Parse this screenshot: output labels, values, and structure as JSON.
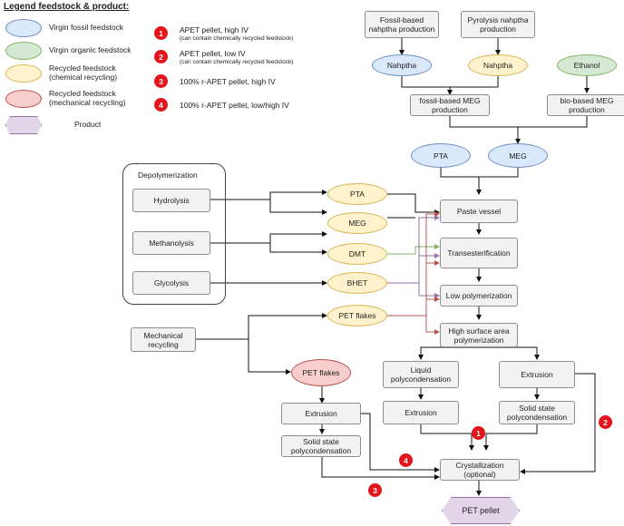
{
  "legend": {
    "title": "Legend feedstock & product:",
    "items": [
      {
        "label": "Virgin fossil feedstock",
        "color": "#dae8fc"
      },
      {
        "label": "Virgin organic feedstock",
        "color": "#d5e8d4"
      },
      {
        "label_line1": "Recycled feedstock",
        "label_line2": "(chemical recycling)",
        "color": "#fff2cc"
      },
      {
        "label_line1": "Recycled feedstock",
        "label_line2": "(mechanical recycling)",
        "color": "#f8cecc"
      },
      {
        "label": "Product",
        "color": "#e1d5e7"
      }
    ],
    "routes": [
      {
        "num": "1",
        "label": "APET pellet, high IV",
        "note": "(can contain chemically recycled feedstock)"
      },
      {
        "num": "2",
        "label": "APET pellet, low IV",
        "note": "(can contain chemically recycled feedstock)"
      },
      {
        "num": "3",
        "label": "100% r-APET pellet, high IV"
      },
      {
        "num": "4",
        "label": "100% r-APET pellet, low/high IV"
      }
    ]
  },
  "nodes": {
    "fossil_naphtha_prod": {
      "line1": "Fossil-based",
      "line2": "nahptha production"
    },
    "pyrolysis_naphtha_prod": {
      "line1": "Pyrolysis nahptha",
      "line2": "production"
    },
    "naphtha_blue": "Nahptha",
    "naphtha_yellow": "Nahptha",
    "ethanol": "Ethanol",
    "fossil_meg_prod": {
      "line1": "fossil-based MEG",
      "line2": "production"
    },
    "bio_meg_prod": {
      "line1": "bio-based MEG",
      "line2": "production"
    },
    "pta_blue": "PTA",
    "meg_blue": "MEG",
    "depoly_title": "Depolymerization",
    "hydrolysis": "Hydrolysis",
    "methanolysis": "Methanolysis",
    "glycolysis": "Glycolysis",
    "pta_yellow": "PTA",
    "meg_yellow": "MEG",
    "dmt": "DMT",
    "bhet": "BHET",
    "pet_flakes_yellow": "PET flakes",
    "paste_vessel": "Paste vessel",
    "transesterification": "Transesterification",
    "low_poly": "Low polymerization",
    "high_surface": {
      "line1": "High surface area",
      "line2": "polymerization"
    },
    "mech_recycling": {
      "line1": "Mechanical",
      "line2": "recycling"
    },
    "pet_flakes_red": "PET flakes",
    "liquid_poly": {
      "line1": "Liquid",
      "line2": "polycondensation"
    },
    "extrusion_right": "Extrusion",
    "extrusion_mid": "Extrusion",
    "ssp_right": {
      "line1": "Solid state",
      "line2": "polycondensation"
    },
    "extrusion_left": "Extrusion",
    "ssp_left": {
      "line1": "Solid state",
      "line2": "polycondensation"
    },
    "crystallization": {
      "line1": "Crystallization",
      "line2": "(optional)"
    },
    "pet_pellet": "PET pellet"
  },
  "route_badges": [
    "1",
    "2",
    "3",
    "4"
  ]
}
